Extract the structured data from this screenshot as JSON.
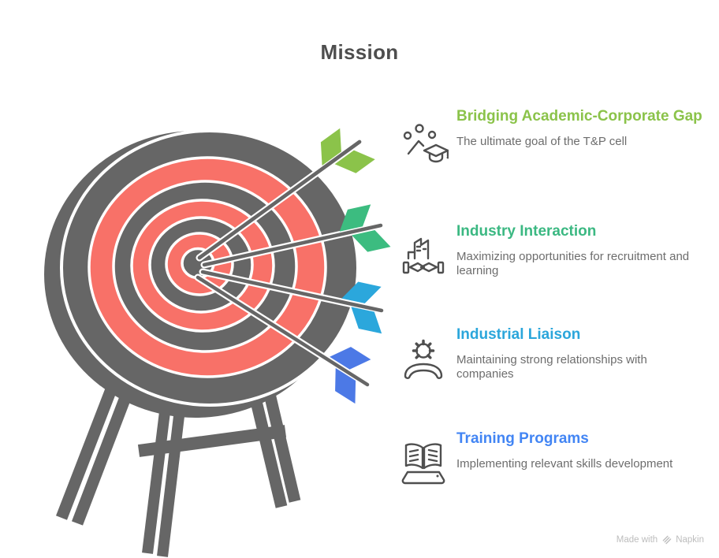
{
  "title": "Mission",
  "items": [
    {
      "heading": "Bridging Academic-Corporate Gap",
      "description": "The ultimate goal of the T&P cell",
      "color": "#8BC34A",
      "icon": "graduation-cap-people"
    },
    {
      "heading": "Industry Interaction",
      "description": "Maximizing opportunities for recruitment and learning",
      "color": "#3BB882",
      "icon": "industry-handshake"
    },
    {
      "heading": "Industrial Liaison",
      "description": "Maintaining strong relationships with companies",
      "color": "#2BA6DB",
      "icon": "gear-handset"
    },
    {
      "heading": "Training Programs",
      "description": "Implementing relevant skills development",
      "color": "#4285F4",
      "icon": "open-book"
    }
  ],
  "illustration": {
    "name": "dartboard-with-arrows-on-stand",
    "board_gray": "#666666",
    "board_red": "#F87168",
    "arrow_shaft": "#666666",
    "fletching_colors": [
      "#8BC34A",
      "#3CBC80",
      "#2BA7DC",
      "#4C79E6"
    ]
  },
  "watermark": {
    "prefix": "Made with",
    "brand": "Napkin"
  }
}
